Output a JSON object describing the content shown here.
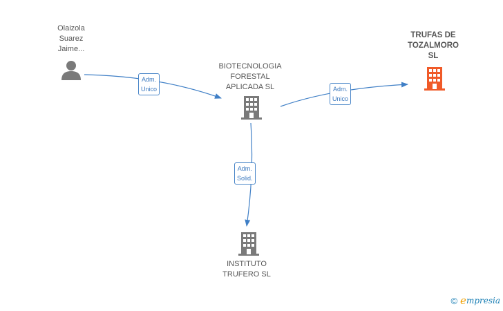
{
  "colors": {
    "edge": "#3f7fc6",
    "node_default": "#7a7a7a",
    "node_highlight": "#f05a28",
    "label_text": "#555555"
  },
  "nodes": {
    "person": {
      "icon": "person-icon",
      "lines": [
        "Olaizola",
        "Suarez",
        "Jaime..."
      ]
    },
    "biotecnologia": {
      "icon": "building-icon",
      "lines": [
        "BIOTECNOLOGIA",
        "FORESTAL",
        "APLICADA SL"
      ]
    },
    "trufas": {
      "icon": "building-icon",
      "lines": [
        "TRUFAS DE",
        "TOZALMORO",
        "SL"
      ]
    },
    "instituto": {
      "icon": "building-icon",
      "lines": [
        "INSTITUTO",
        "TRUFERO  SL"
      ]
    }
  },
  "edges": {
    "person_to_biotec": [
      "Adm.",
      "Unico"
    ],
    "biotec_to_trufas": [
      "Adm.",
      "Unico"
    ],
    "biotec_to_instituto": [
      "Adm.",
      "Solid."
    ]
  },
  "brand": {
    "copyright": "©",
    "e_letter": "e",
    "rest": "mpresia"
  }
}
